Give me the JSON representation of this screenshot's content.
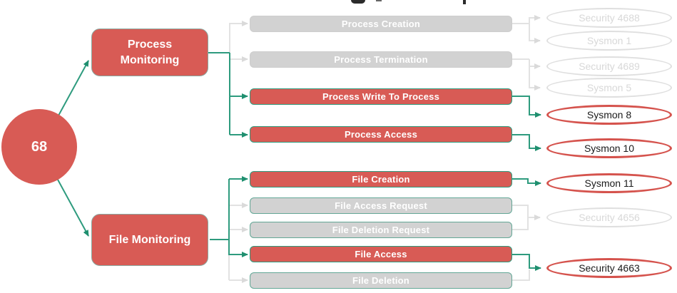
{
  "diagram": {
    "root": {
      "label": "68"
    },
    "categories": [
      {
        "label": "Process Monitoring",
        "state": "highlighted"
      },
      {
        "label": "File Monitoring",
        "state": "highlighted"
      }
    ],
    "techniques": [
      {
        "label": "Process Creation",
        "state": "dimmed"
      },
      {
        "label": "Process Termination",
        "state": "dimmed"
      },
      {
        "label": "Process Write To Process",
        "state": "highlighted"
      },
      {
        "label": "Process Access",
        "state": "highlighted"
      },
      {
        "label": "File Creation",
        "state": "highlighted"
      },
      {
        "label": "File Access Request",
        "state": "dimmed"
      },
      {
        "label": "File Deletion Request",
        "state": "dimmed"
      },
      {
        "label": "File Access",
        "state": "highlighted"
      },
      {
        "label": "File Deletion",
        "state": "dimmed"
      }
    ],
    "events": [
      {
        "label": "Security 4688",
        "state": "dimmed"
      },
      {
        "label": "Sysmon 1",
        "state": "dimmed"
      },
      {
        "label": "Security 4689",
        "state": "dimmed"
      },
      {
        "label": "Sysmon 5",
        "state": "dimmed"
      },
      {
        "label": "Sysmon 8",
        "state": "highlighted"
      },
      {
        "label": "Sysmon 10",
        "state": "highlighted"
      },
      {
        "label": "Sysmon 11",
        "state": "highlighted"
      },
      {
        "label": "Security 4656",
        "state": "dimmed"
      },
      {
        "label": "Security 4663",
        "state": "highlighted"
      }
    ],
    "colors": {
      "highlight_fill": "#D85B55",
      "highlight_ellipse_stroke": "#D5534D",
      "dim_fill": "#D2D2D2",
      "dim_ellipse_stroke": "#DFDFDF",
      "edge_active": "#2E9B7E",
      "edge_inactive": "#E2E2E2",
      "text_on_fill": "#FFFFFF",
      "event_text": "#1A1A1A",
      "event_text_dim": "#D8D8D8"
    }
  }
}
